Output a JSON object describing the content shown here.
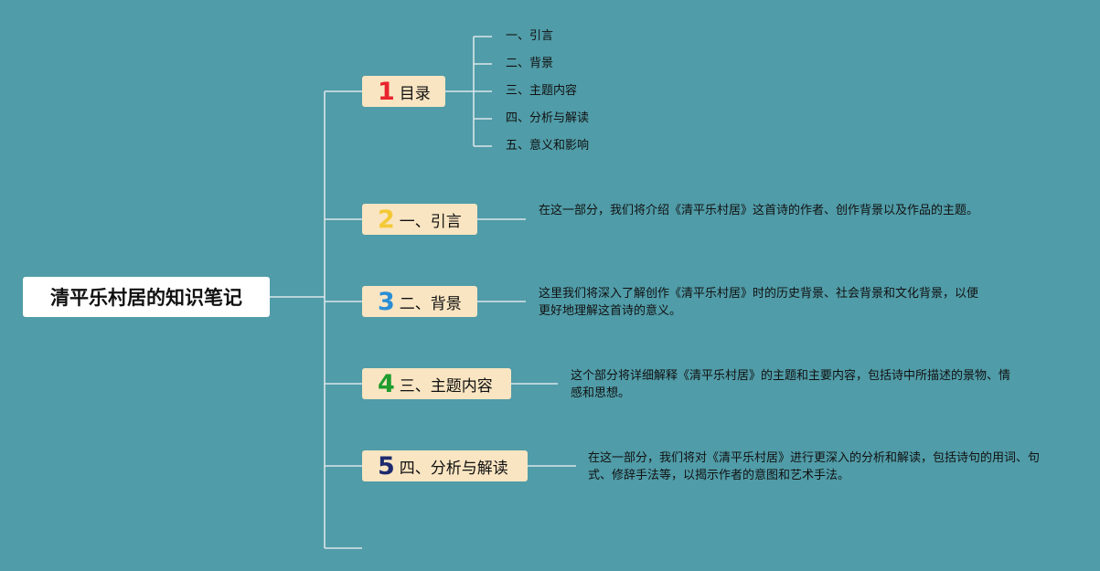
{
  "colors": {
    "background": "#509ca8",
    "line": "#dbe6ea",
    "topic_fill": "#f9e5c2",
    "root_fill": "#ffffff"
  },
  "root": {
    "title": "清平乐村居的知识笔记"
  },
  "topics": [
    {
      "number": "1",
      "number_color": "#e8242e",
      "label": "目录",
      "children": [
        "一、引言",
        "二、背景",
        "三、主题内容",
        "四、分析与解读",
        "五、意义和影响"
      ]
    },
    {
      "number": "2",
      "number_color": "#f4c936",
      "label": "一、引言",
      "description": "在这一部分，我们将介绍《清平乐村居》这首诗的作者、创作背景以及作品的主题。"
    },
    {
      "number": "3",
      "number_color": "#2a8ed6",
      "label": "二、背景",
      "description": "这里我们将深入了解创作《清平乐村居》时的历史背景、社会背景和文化背景，以便更好地理解这首诗的意义。"
    },
    {
      "number": "4",
      "number_color": "#1e9c2e",
      "label": "三、主题内容",
      "description": "这个部分将详细解释《清平乐村居》的主题和主要内容，包括诗中所描述的景物、情感和思想。"
    },
    {
      "number": "5",
      "number_color": "#1d2b6e",
      "label": "四、分析与解读",
      "description": "在这一部分，我们将对《清平乐村居》进行更深入的分析和解读，包括诗句的用词、句式、修辞手法等，以揭示作者的意图和艺术手法。"
    }
  ]
}
